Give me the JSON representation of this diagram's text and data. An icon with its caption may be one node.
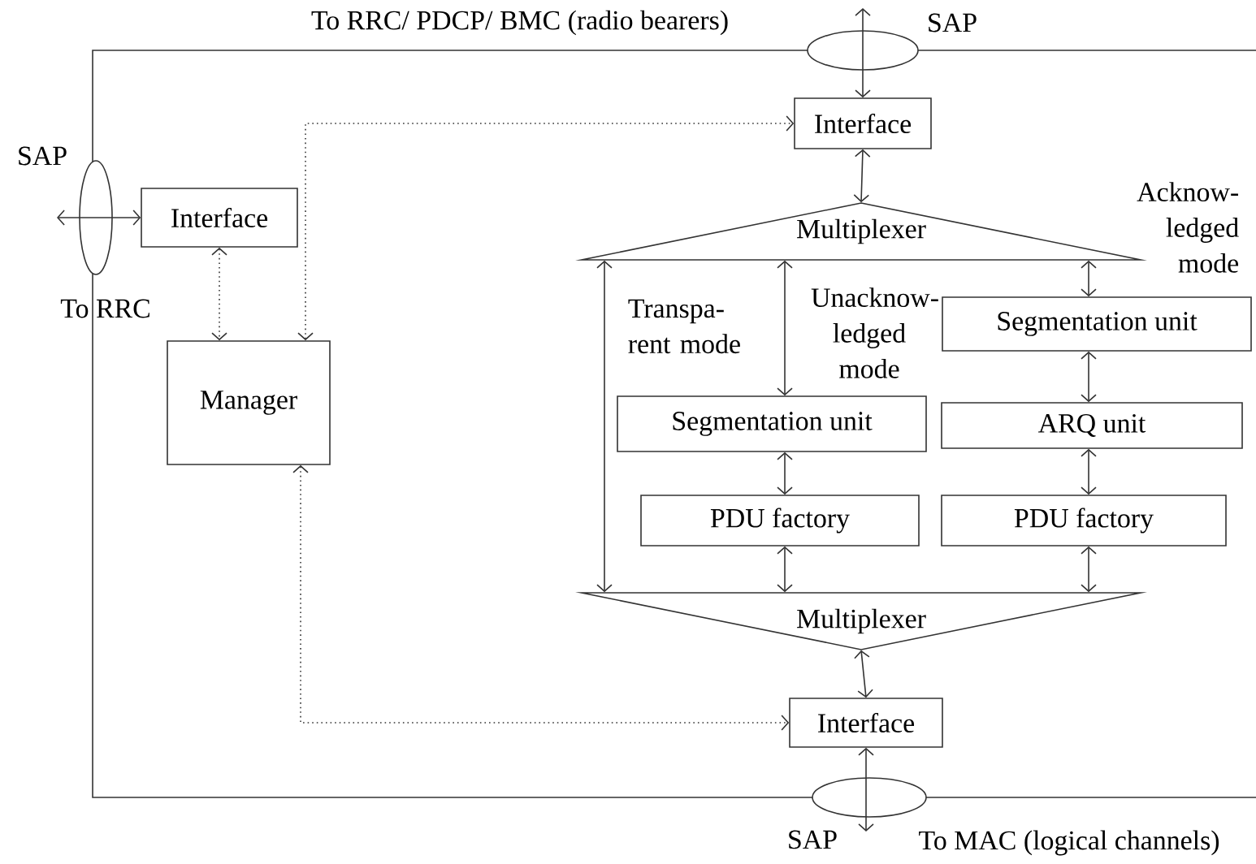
{
  "diagram": {
    "nodes": [
      {
        "text": [
          "Interface"
        ]
      },
      {
        "text": [
          "Interface"
        ]
      },
      {
        "text": [
          "Manager"
        ]
      },
      {
        "text": [
          "Multiplexer"
        ]
      },
      {
        "text": [
          "Segmentation unit"
        ]
      },
      {
        "text": [
          "Segmentation unit"
        ]
      },
      {
        "text": [
          "ARQ unit"
        ]
      },
      {
        "text": [
          "PDU factory"
        ]
      },
      {
        "text": [
          "PDU factory"
        ]
      },
      {
        "text": [
          "Multiplexer"
        ]
      },
      {
        "text": [
          "Interface"
        ]
      }
    ],
    "edges": [
      {
        "from": null,
        "to": 0,
        "arrow": "both"
      },
      {
        "from": null,
        "to": 1,
        "arrow": "both"
      },
      {
        "from": 0,
        "to": 3,
        "arrow": "both"
      },
      {
        "from": 1,
        "to": 2,
        "arrow": "both",
        "style": "dashed"
      },
      {
        "from": 2,
        "to": 0,
        "arrow": "both",
        "style": "dashed"
      },
      {
        "from": 2,
        "to": 10,
        "arrow": "both",
        "style": "dashed"
      },
      {
        "from": 3,
        "to": 9,
        "arrow": "both"
      },
      {
        "from": 3,
        "to": 5,
        "arrow": "both"
      },
      {
        "from": 3,
        "to": 4,
        "arrow": "both"
      },
      {
        "from": 4,
        "to": 6,
        "arrow": "both"
      },
      {
        "from": 5,
        "to": 7,
        "arrow": "both"
      },
      {
        "from": 6,
        "to": 8,
        "arrow": "both"
      },
      {
        "from": 7,
        "to": 9,
        "arrow": "both"
      },
      {
        "from": 8,
        "to": 9,
        "arrow": "both"
      },
      {
        "from": 9,
        "to": 10,
        "arrow": "both"
      },
      {
        "from": 10,
        "to": null,
        "arrow": "both"
      }
    ],
    "labels": [
      "To RRC/ PDCP/ BMC (radio bearers)",
      "SAP",
      "SAP",
      "Acknow- ledged mode",
      "To RRC",
      "Transpa- rent mode",
      "Unacknow- ledged mode",
      "SAP",
      "To MAC (logical channels)"
    ]
  }
}
